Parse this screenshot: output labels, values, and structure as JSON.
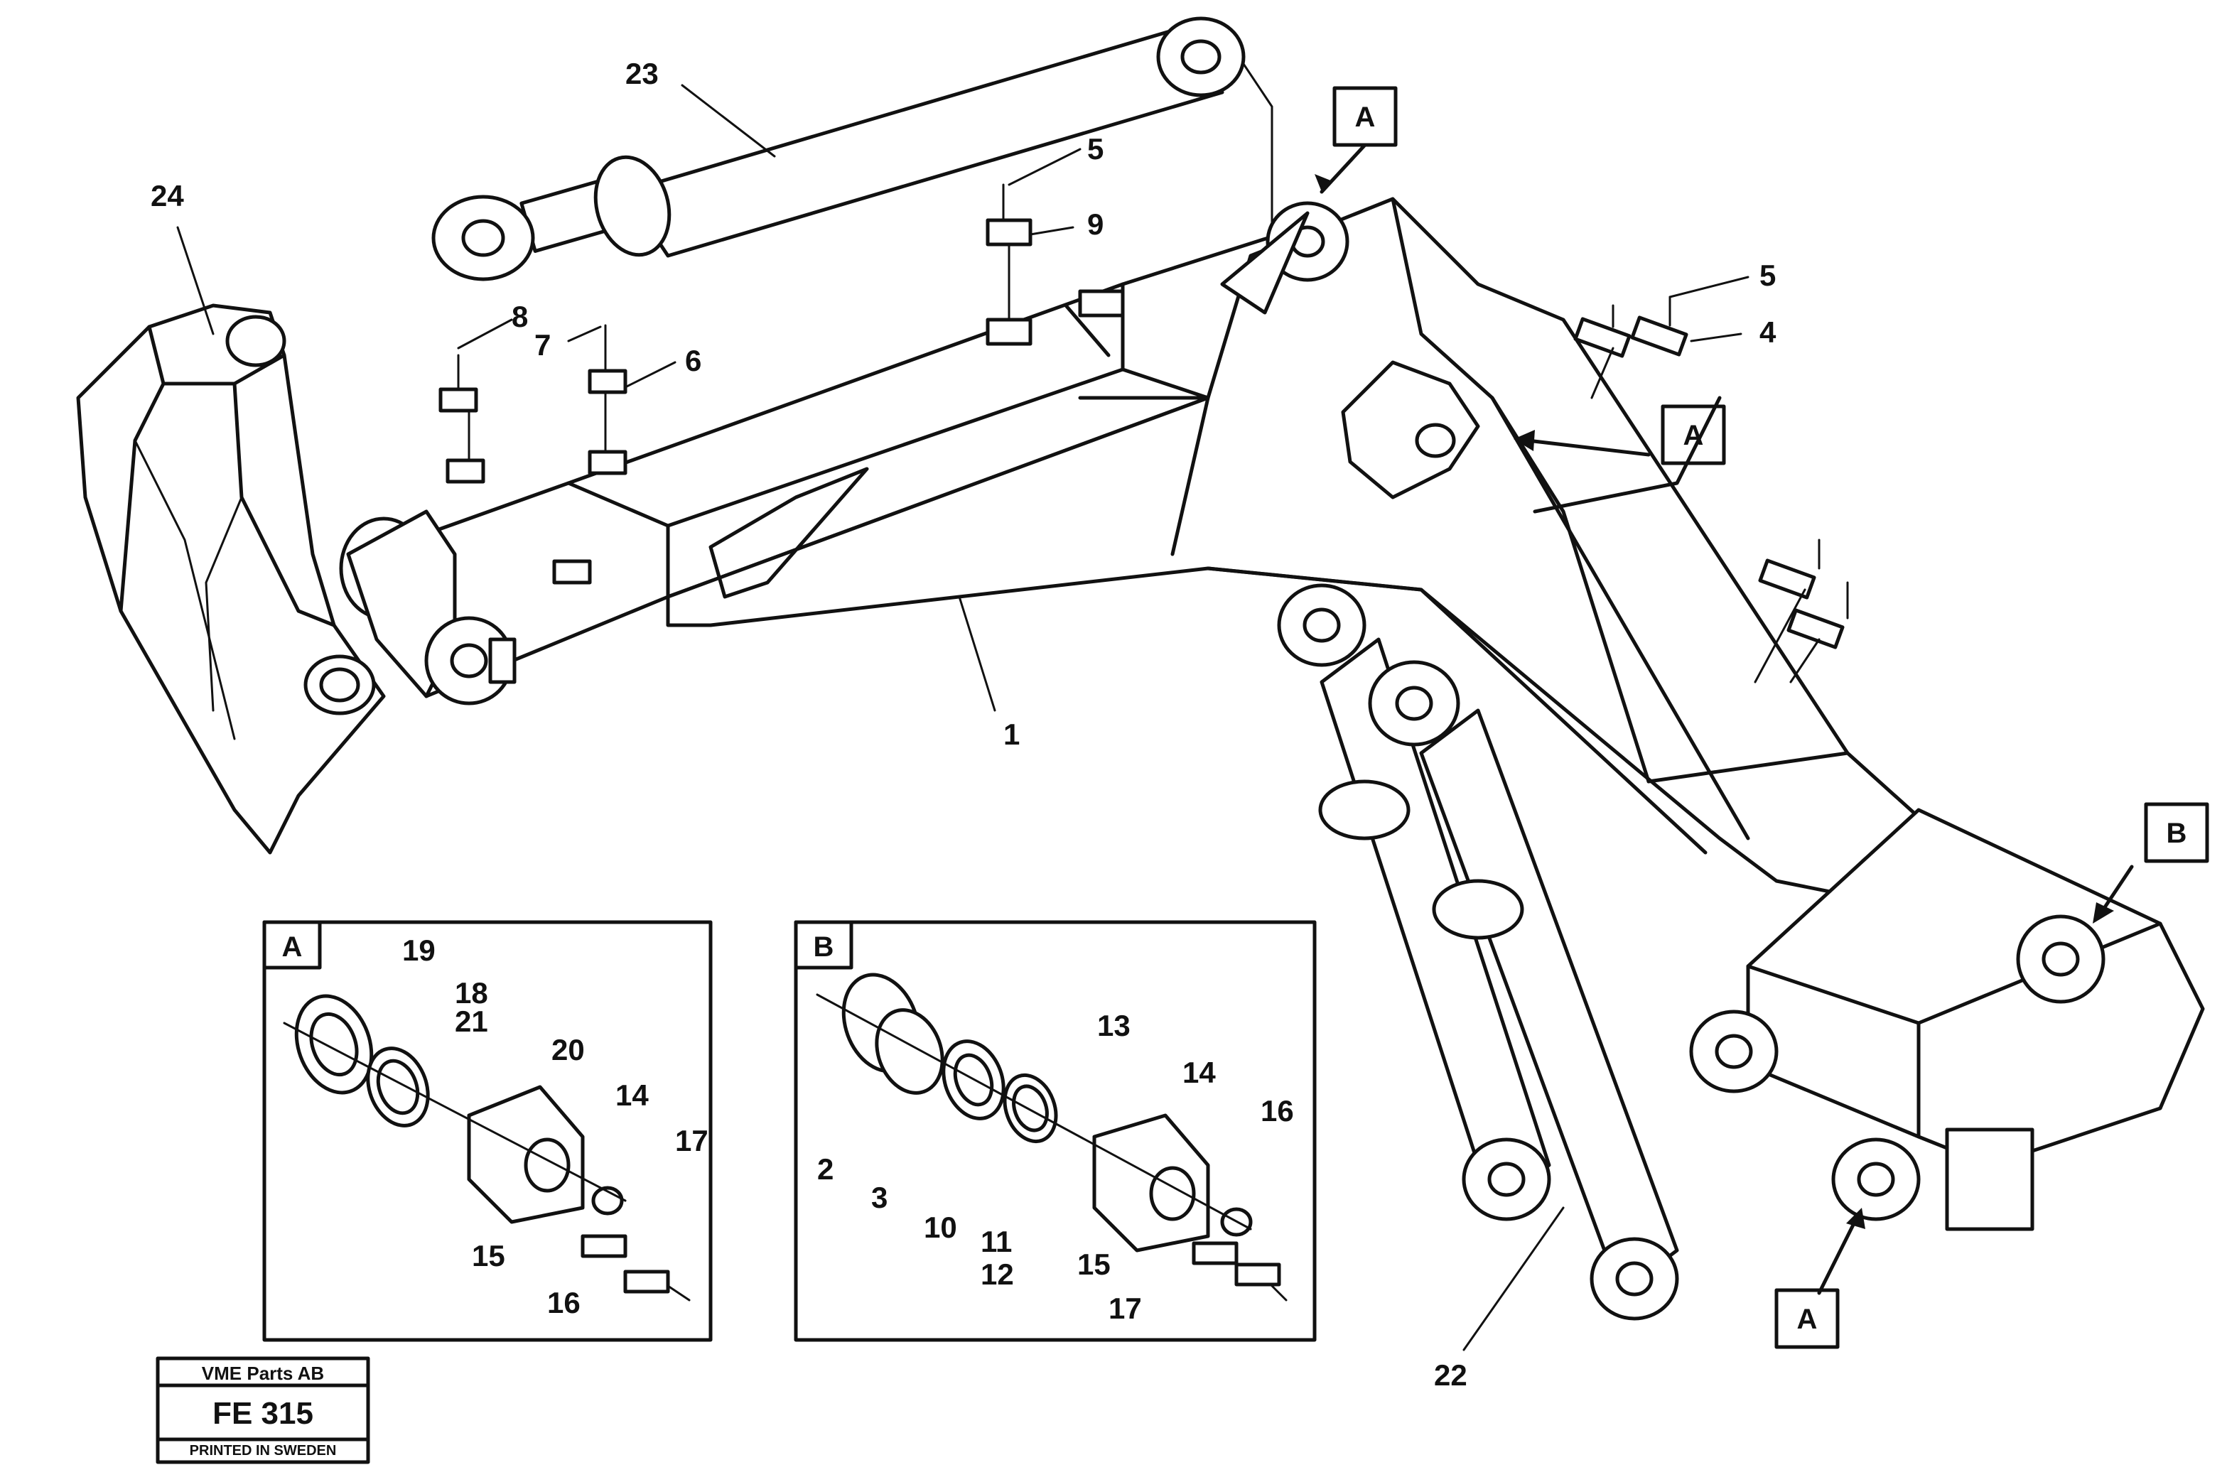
{
  "callouts": [
    {
      "id": "c23",
      "text": "23"
    },
    {
      "id": "c24",
      "text": "24"
    },
    {
      "id": "c5a",
      "text": "5"
    },
    {
      "id": "c9",
      "text": "9"
    },
    {
      "id": "c8",
      "text": "8"
    },
    {
      "id": "c7",
      "text": "7"
    },
    {
      "id": "c6",
      "text": "6"
    },
    {
      "id": "c5b",
      "text": "5"
    },
    {
      "id": "c4",
      "text": "4"
    },
    {
      "id": "c1",
      "text": "1"
    },
    {
      "id": "c22",
      "text": "22"
    }
  ],
  "view_markers": {
    "a_top": "A",
    "a_right": "A",
    "b_right": "B",
    "a_bottom": "A"
  },
  "detail_a": {
    "tag": "A",
    "labels": [
      "19",
      "18",
      "21",
      "20",
      "14",
      "17",
      "15",
      "16"
    ]
  },
  "detail_b": {
    "tag": "B",
    "labels": [
      "2",
      "3",
      "10",
      "11",
      "12",
      "13",
      "14",
      "16",
      "15",
      "17"
    ]
  },
  "title_block": {
    "company": "VME Parts AB",
    "code": "FE 315",
    "printed": "PRINTED IN SWEDEN"
  }
}
